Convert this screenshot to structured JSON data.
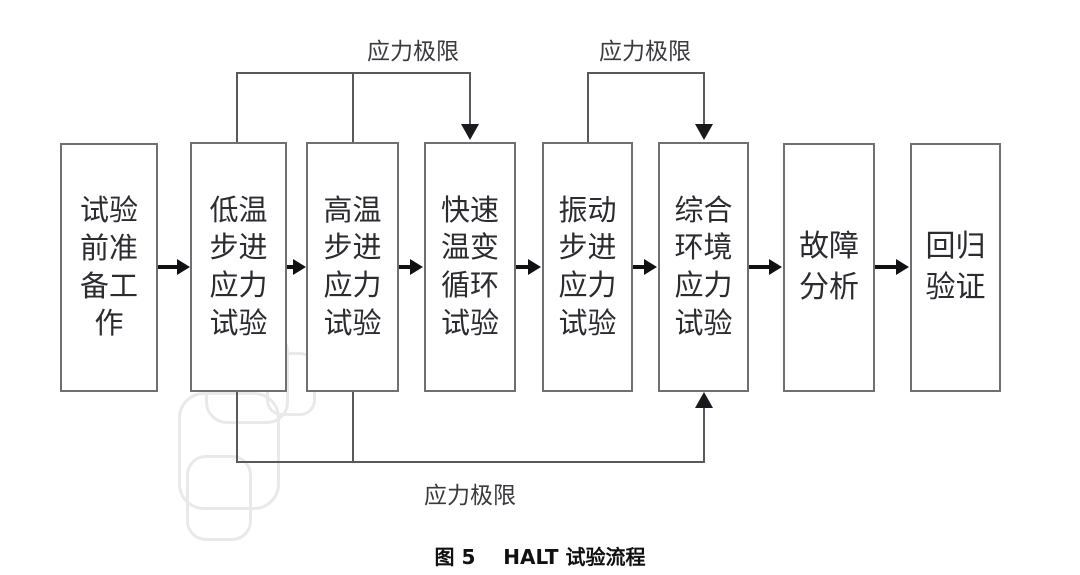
{
  "figure": {
    "caption": "图 5    HALT 试验流程",
    "caption_number": "图 5",
    "caption_title": "HALT 试验流程"
  },
  "nodes": [
    {
      "id": "prep",
      "label": "试验\n前准\n备工\n作",
      "text_plain": "试验前准备工作"
    },
    {
      "id": "low-temp",
      "label": "低温\n步进\n应力\n试验",
      "text_plain": "低温步进应力试验"
    },
    {
      "id": "high-temp",
      "label": "高温\n步进\n应力\n试验",
      "text_plain": "高温步进应力试验"
    },
    {
      "id": "temp-cycle",
      "label": "快速\n温变\n循环\n试验",
      "text_plain": "快速温变循环试验"
    },
    {
      "id": "vibration",
      "label": "振动\n步进\n应力\n试验",
      "text_plain": "振动步进应力试验"
    },
    {
      "id": "combined",
      "label": "综合\n环境\n应力\n试验",
      "text_plain": "综合环境应力试验"
    },
    {
      "id": "fault",
      "label": "故障\n分析",
      "text_plain": "故障分析"
    },
    {
      "id": "regression",
      "label": "回归\n验证",
      "text_plain": "回归验证"
    }
  ],
  "feedback_loops": [
    {
      "id": "loop-top-left",
      "label": "应力极限",
      "from": "低温步进应力试验 / 高温步进应力试验",
      "to": "快速温变循环试验"
    },
    {
      "id": "loop-top-right",
      "label": "应力极限",
      "from": "振动步进应力试验",
      "to": "综合环境应力试验"
    },
    {
      "id": "loop-bottom",
      "label": "应力极限",
      "from": "低温步进应力试验 / 高温步进应力试验",
      "to": "综合环境应力试验"
    }
  ],
  "colors": {
    "box_border": "#6f6f74",
    "arrow": "#111114",
    "loop_line": "#58585d",
    "text": "#2b2b30",
    "background": "#ffffff",
    "watermark": "#e9e9ea"
  }
}
